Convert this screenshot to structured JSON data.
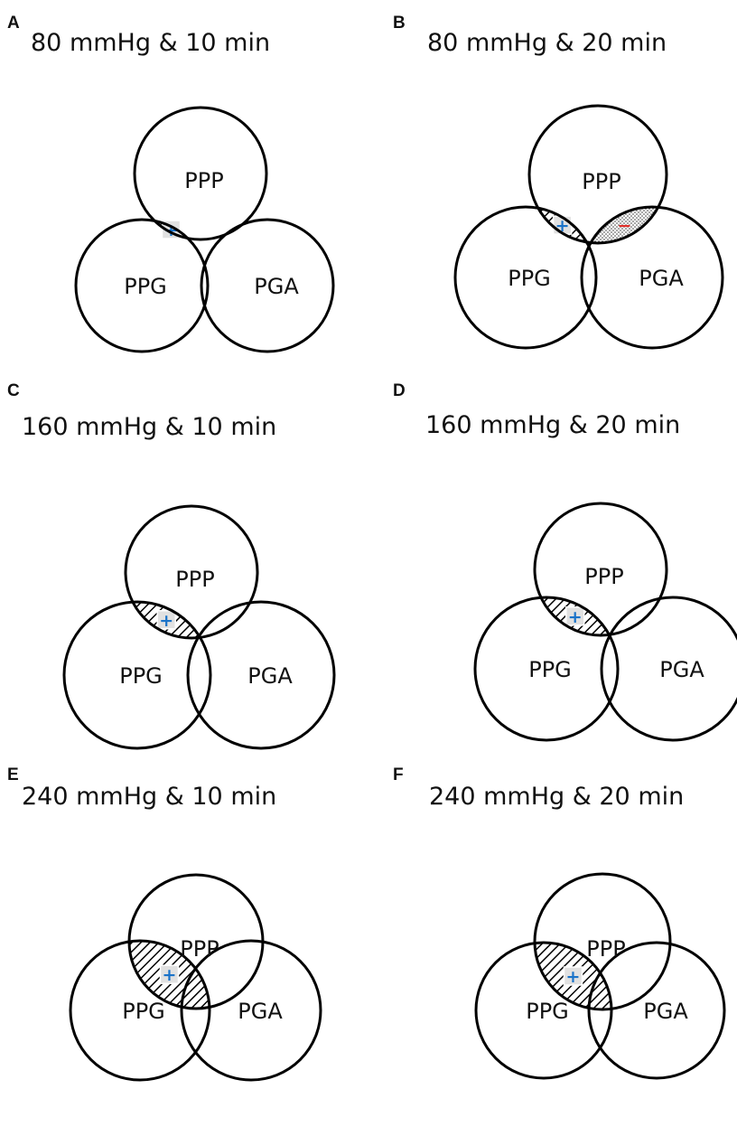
{
  "panels": [
    {
      "letter": "A",
      "title": "80 mmHg & 10 min",
      "circles": {
        "top": "PPP",
        "left": "PPG",
        "right": "PGA"
      },
      "regions": [
        {
          "pair": "PPP-PPG",
          "pattern": "hatch",
          "sign": "+"
        }
      ]
    },
    {
      "letter": "B",
      "title": "80 mmHg & 20 min",
      "circles": {
        "top": "PPP",
        "left": "PPG",
        "right": "PGA"
      },
      "regions": [
        {
          "pair": "PPP-PPG",
          "pattern": "hatch",
          "sign": "+"
        },
        {
          "pair": "PPP-PGA",
          "pattern": "dots",
          "sign": "−"
        }
      ]
    },
    {
      "letter": "C",
      "title": "160 mmHg & 10 min",
      "circles": {
        "top": "PPP",
        "left": "PPG",
        "right": "PGA"
      },
      "regions": [
        {
          "pair": "PPP-PPG",
          "pattern": "hatch",
          "sign": "+"
        }
      ]
    },
    {
      "letter": "D",
      "title": "160 mmHg & 20 min",
      "circles": {
        "top": "PPP",
        "left": "PPG",
        "right": "PGA"
      },
      "regions": [
        {
          "pair": "PPP-PPG",
          "pattern": "hatch",
          "sign": "+"
        }
      ]
    },
    {
      "letter": "E",
      "title": "240 mmHg & 10 min",
      "circles": {
        "top": "PPP",
        "left": "PPG",
        "right": "PGA"
      },
      "regions": [
        {
          "pair": "PPP-PPG",
          "pattern": "hatch",
          "sign": "+"
        }
      ]
    },
    {
      "letter": "F",
      "title": "240 mmHg & 20 min",
      "circles": {
        "top": "PPP",
        "left": "PPG",
        "right": "PGA"
      },
      "regions": [
        {
          "pair": "PPP-PPG",
          "pattern": "hatch",
          "sign": "+"
        }
      ]
    }
  ],
  "colors": {
    "positive_sign": "#1a73c9",
    "negative_sign": "#e0302a",
    "outline": "#000000",
    "sign_box": "#e1e1e1"
  }
}
